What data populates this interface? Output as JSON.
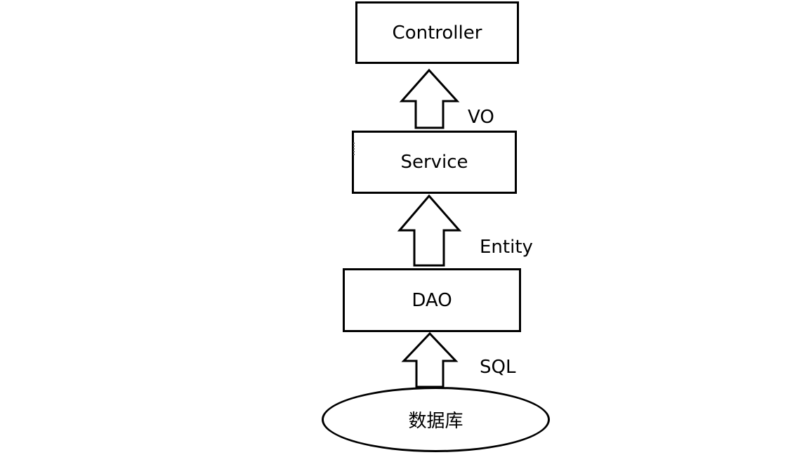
{
  "diagram": {
    "layers": {
      "controller": "Controller",
      "service": "Service",
      "dao": "DAO",
      "database": "数据库"
    },
    "flows": {
      "service_to_controller": "VO",
      "dao_to_service": "Entity",
      "database_to_dao": "SQL"
    },
    "colors": {
      "stroke": "#000000",
      "fill": "#ffffff",
      "background": "#ffffff"
    }
  }
}
